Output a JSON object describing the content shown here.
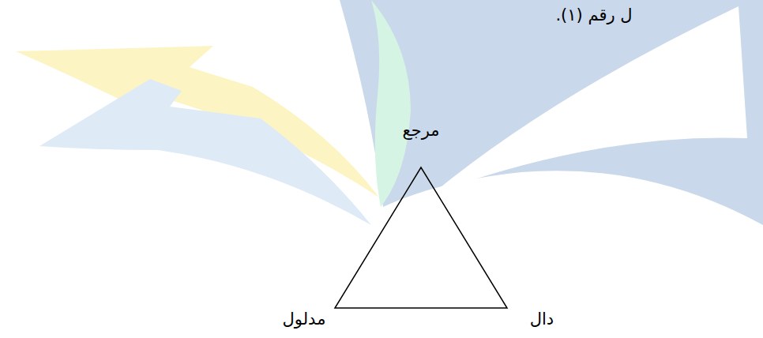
{
  "diagram": {
    "labels": [
      "ل رقم (١).",
      "مرجع",
      "مدلول",
      "دال"
    ]
  }
}
